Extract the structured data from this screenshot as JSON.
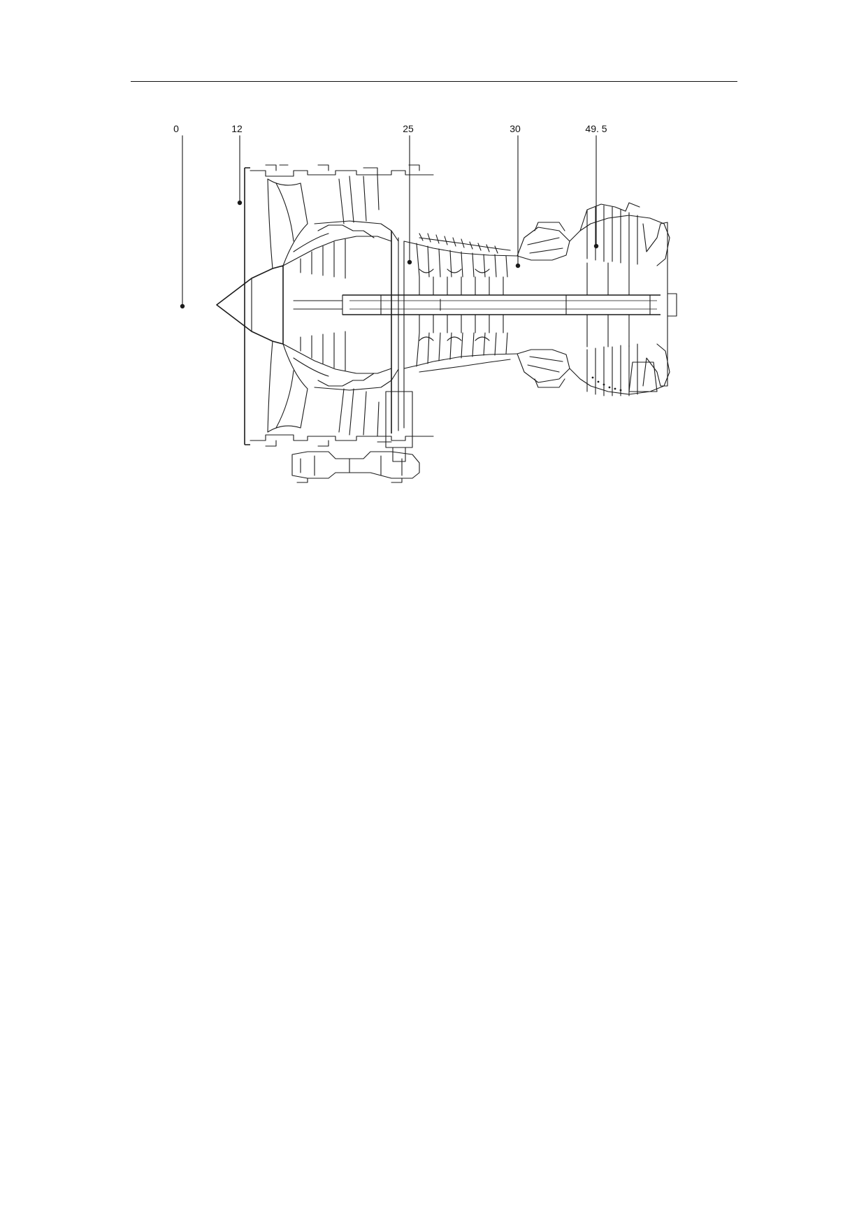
{
  "diagram": {
    "stations": [
      {
        "id": "s0",
        "label": "0"
      },
      {
        "id": "s12",
        "label": "12"
      },
      {
        "id": "s25",
        "label": "25"
      },
      {
        "id": "s30",
        "label": "30"
      },
      {
        "id": "s495",
        "label": "49. 5"
      }
    ]
  }
}
